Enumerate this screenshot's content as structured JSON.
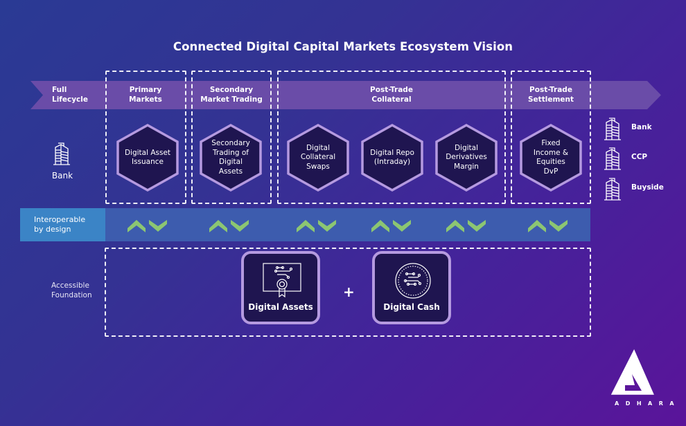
{
  "title": "Connected Digital Capital Markets Ecosystem Vision",
  "lifecycle": {
    "label_line1": "Full",
    "label_line2": "Lifecycle",
    "stages": [
      {
        "line1": "Primary",
        "line2": "Markets"
      },
      {
        "line1": "Secondary",
        "line2": "Market Trading"
      },
      {
        "line1": "Post-Trade",
        "line2": "Collateral"
      },
      {
        "line1": "Post-Trade",
        "line2": "Settlement"
      }
    ]
  },
  "left_participant": {
    "label": "Bank",
    "icon": "building-icon"
  },
  "right_participants": [
    {
      "label": "Bank",
      "icon": "building-icon"
    },
    {
      "label": "CCP",
      "icon": "building-icon"
    },
    {
      "label": "Buyside",
      "icon": "building-icon"
    }
  ],
  "use_cases": [
    {
      "lines": [
        "Digital Asset",
        "Issuance"
      ]
    },
    {
      "lines": [
        "Secondary",
        "Trading of",
        "Digital",
        "Assets"
      ]
    },
    {
      "lines": [
        "Digital",
        "Collateral",
        "Swaps"
      ]
    },
    {
      "lines": [
        "Digital Repo",
        "(Intraday)"
      ]
    },
    {
      "lines": [
        "Digital",
        "Derivatives",
        "Margin"
      ]
    },
    {
      "lines": [
        "Fixed",
        "Income &",
        "Equities",
        "DvP"
      ]
    }
  ],
  "interop": {
    "label_line1": "Interoperable",
    "label_line2": "by design",
    "icon": "up-down-chevrons-icon",
    "count": 6
  },
  "foundation": {
    "label_line1": "Accessible",
    "label_line2": "Foundation",
    "plus": "+",
    "cards": [
      {
        "label": "Digital Assets",
        "icon": "certificate-icon"
      },
      {
        "label": "Digital Cash",
        "icon": "digital-coin-icon"
      }
    ]
  },
  "logo": {
    "text": "ADHARA",
    "icon": "adhara-logo-icon"
  },
  "colors": {
    "banner": "#6a4ca8",
    "hex_fill": "#1f1550",
    "hex_stroke": "#b59ae0",
    "interop_bar": "#3d5cae",
    "interop_label": "#3b84c6",
    "chevron": "#8cc672"
  }
}
